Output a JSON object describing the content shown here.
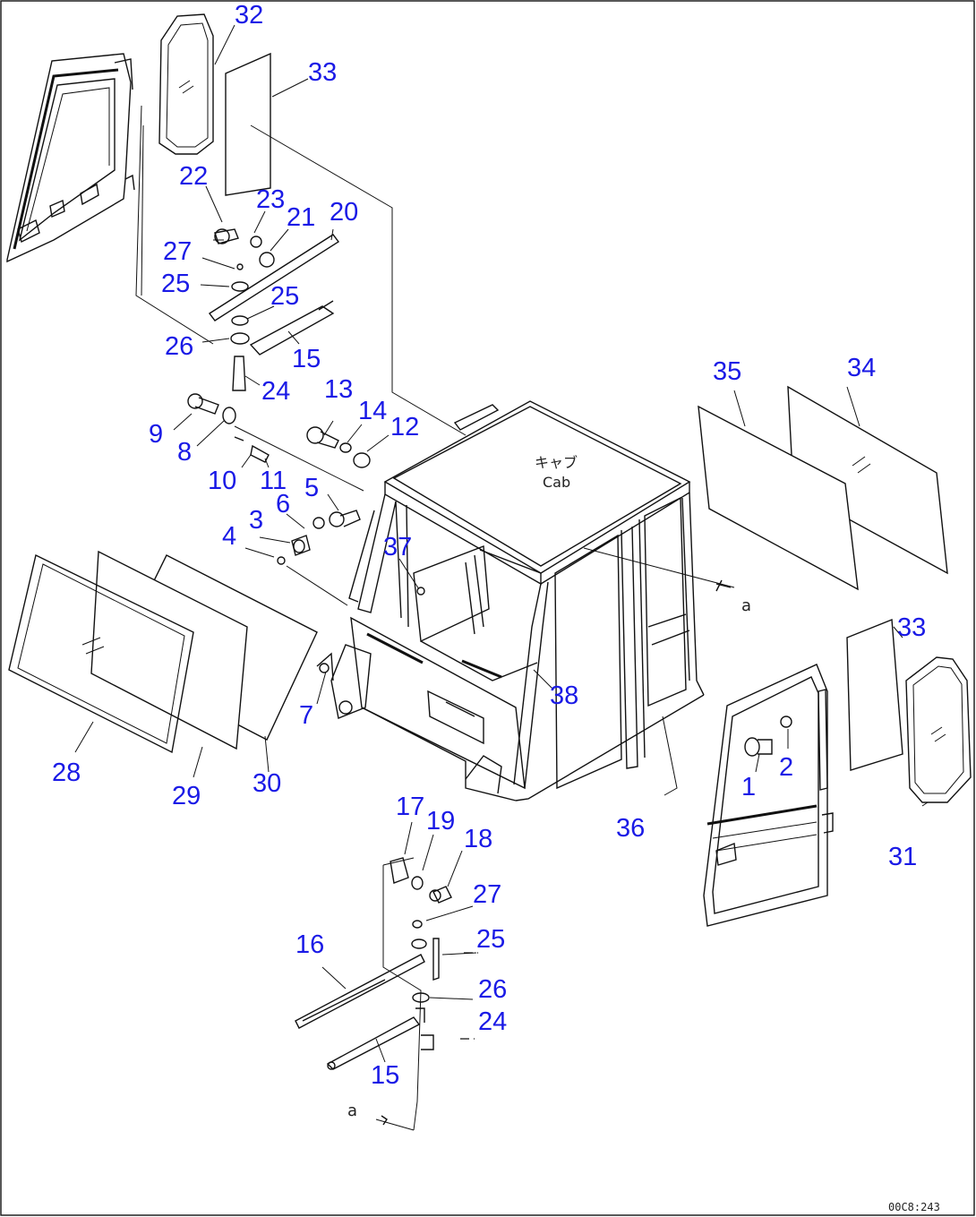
{
  "diagram": {
    "cab_label_jp": "キャブ",
    "cab_label_en": "Cab",
    "ref_a_upper": "a",
    "ref_a_lower": "a",
    "doc_code": "00C8:243"
  },
  "callouts": [
    "1",
    "2",
    "3",
    "4",
    "5",
    "6",
    "7",
    "8",
    "9",
    "10",
    "11",
    "12",
    "13",
    "14",
    "15",
    "15",
    "16",
    "17",
    "18",
    "19",
    "20",
    "21",
    "22",
    "23",
    "24",
    "24",
    "25",
    "25",
    "25",
    "26",
    "26",
    "27",
    "27",
    "28",
    "29",
    "30",
    "31",
    "32",
    "33",
    "33",
    "34",
    "35",
    "36",
    "37",
    "38"
  ]
}
